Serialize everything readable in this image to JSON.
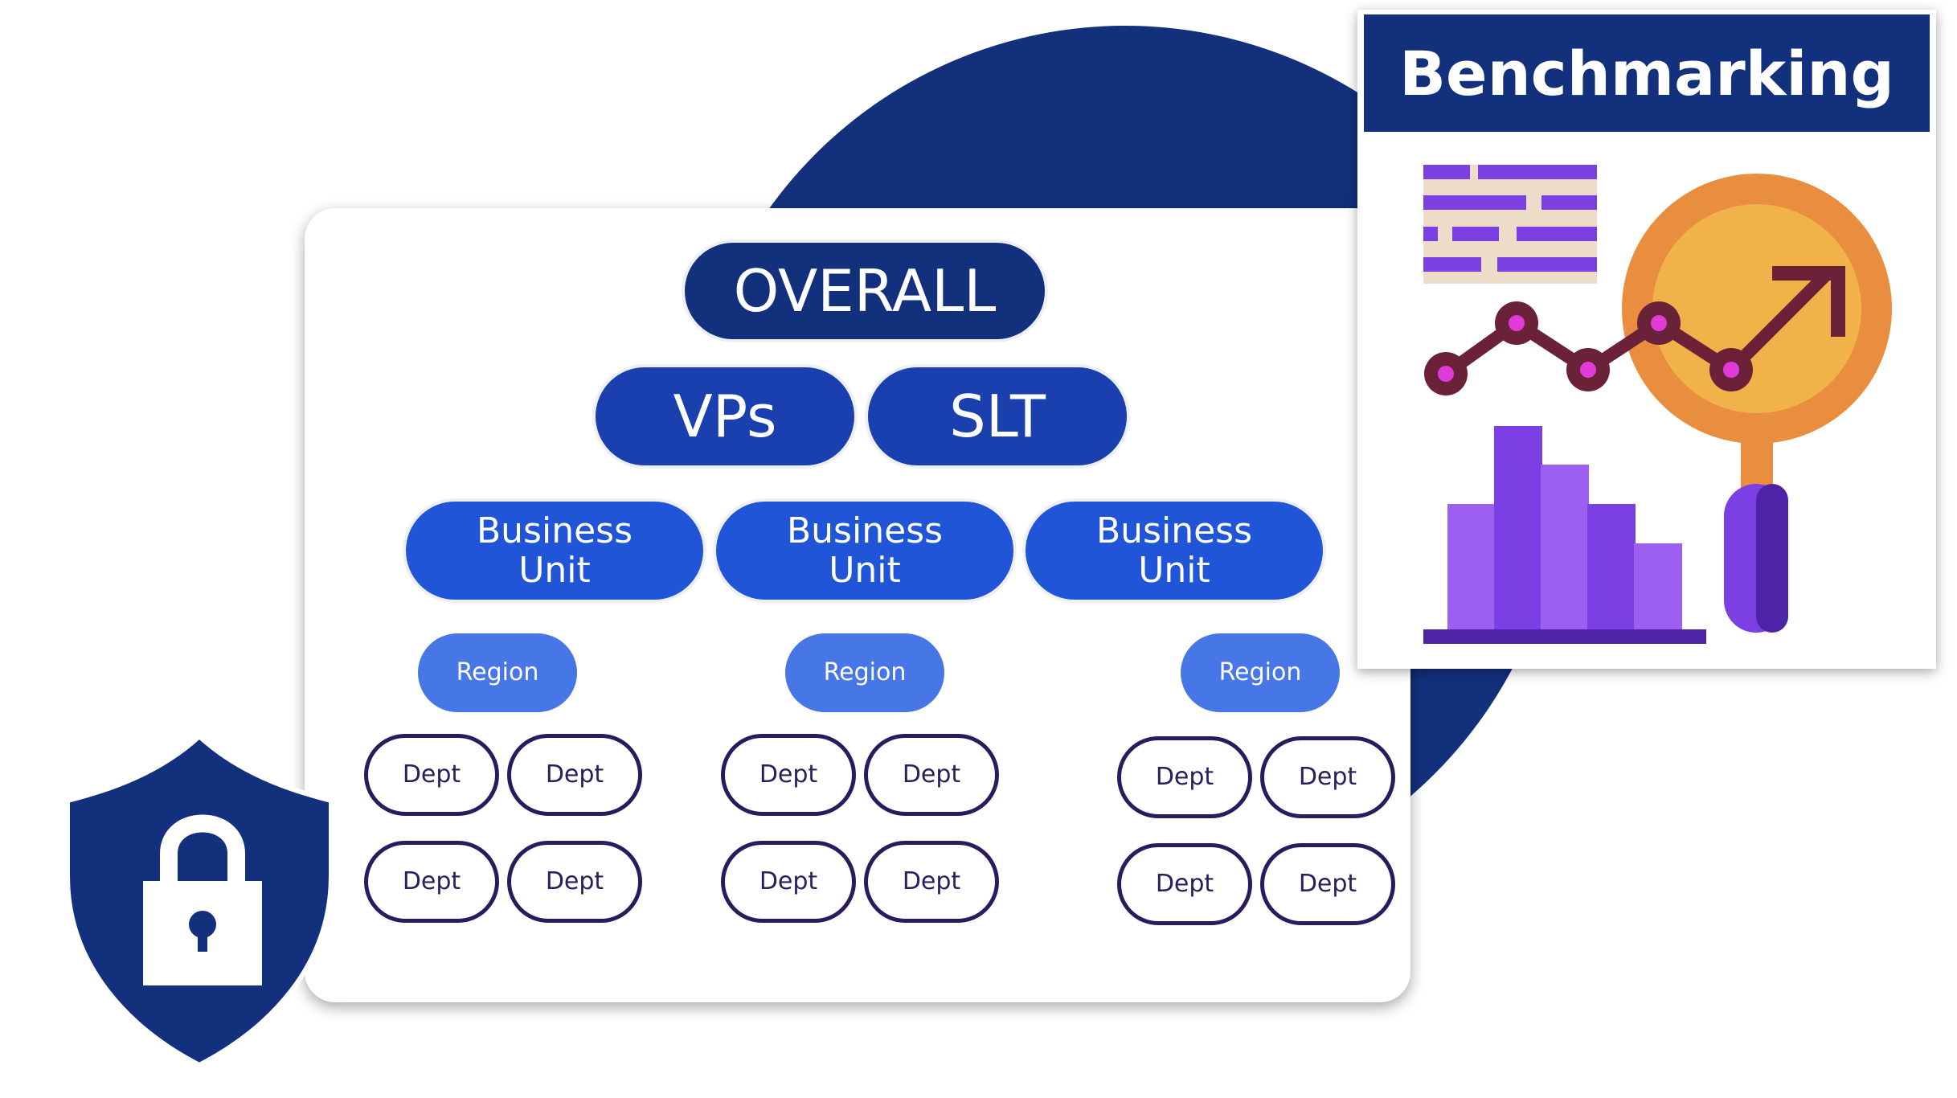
{
  "org_chart": {
    "top": "OVERALL",
    "level2": [
      "VPs",
      "SLT"
    ],
    "business_units": [
      "Business\nUnit",
      "Business\nUnit",
      "Business\nUnit"
    ],
    "regions": [
      "Region",
      "Region",
      "Region"
    ],
    "dept_groups": [
      [
        "Dept",
        "Dept",
        "Dept",
        "Dept"
      ],
      [
        "Dept",
        "Dept",
        "Dept",
        "Dept"
      ],
      [
        "Dept",
        "Dept",
        "Dept",
        "Dept"
      ]
    ]
  },
  "benchmark": {
    "title": "Benchmarking",
    "icons": [
      "text-lines-icon",
      "line-chart-icon",
      "trend-arrow-icon",
      "magnifying-glass-icon",
      "bar-chart-icon"
    ]
  },
  "security": {
    "icon": "shield-lock-icon"
  },
  "colors": {
    "navy": "#13307d",
    "blue_l2": "#1a3fae",
    "blue_bu": "#1f55d6",
    "blue_region": "#4776e6",
    "dept_border": "#2b1b5e",
    "purple": "#7b3fe4",
    "orange": "#e98d3e",
    "maroon": "#6b2238"
  }
}
